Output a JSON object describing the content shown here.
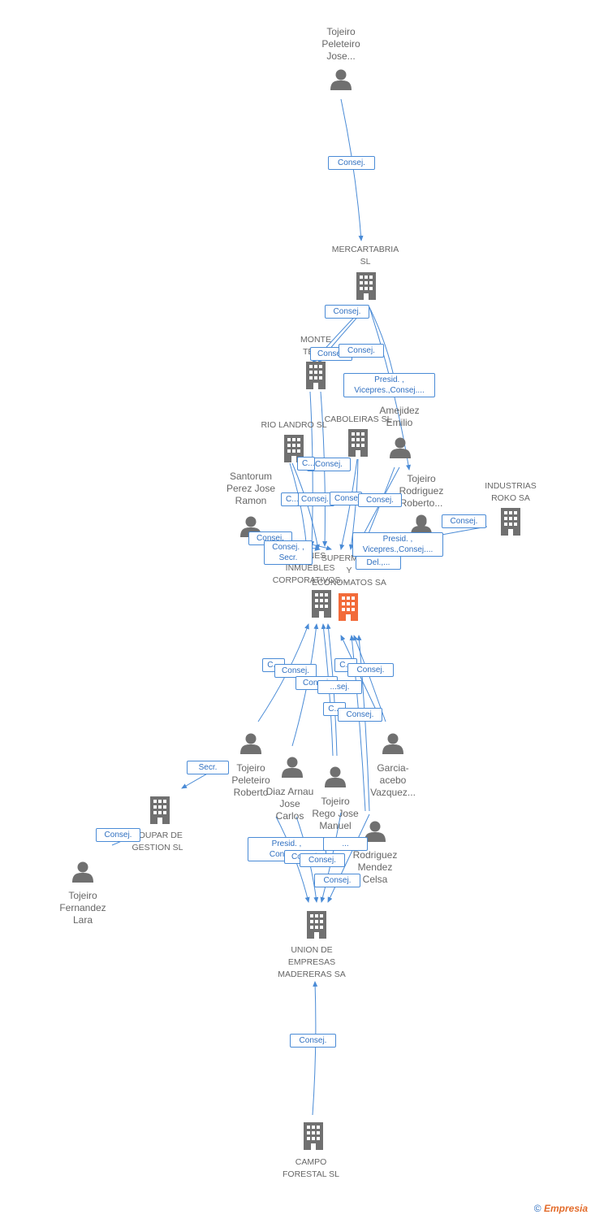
{
  "colors": {
    "edge": "#4a8bd6",
    "icon": "#707070",
    "focus": "#f26b3a",
    "text": "#666666"
  },
  "nodes": [
    {
      "id": "tojeiro_jose",
      "kind": "person",
      "label": "Tojeiro\nPeleteiro\nJose..."
    },
    {
      "id": "mercartabria",
      "kind": "company",
      "label": "MERCARTABRIA\nSL"
    },
    {
      "id": "monte",
      "kind": "company",
      "label": "MONTE\nTEIX..."
    },
    {
      "id": "rio_landro",
      "kind": "company",
      "label": "RIO LANDRO SL"
    },
    {
      "id": "caboleiras",
      "kind": "company",
      "label": "CABOLEIRAS SL"
    },
    {
      "id": "amejidez",
      "kind": "person",
      "label": "Amejidez\nEmilio"
    },
    {
      "id": "tojeiro_roberto2",
      "kind": "person",
      "label": "Tojeiro\nRodriguez\nRoberto..."
    },
    {
      "id": "industrias_roko",
      "kind": "company",
      "label": "INDUSTRIAS\nROKO SA"
    },
    {
      "id": "santorum",
      "kind": "person",
      "label": "Santorum\nPerez Jose\nRamon"
    },
    {
      "id": "person_right",
      "kind": "person",
      "label": ""
    },
    {
      "id": "bienes",
      "kind": "company",
      "label": "BIENES\nINMUEBLES\nCORPORATIVOS..."
    },
    {
      "id": "supermercados",
      "kind": "focus",
      "label": "SUPERMER...\nY\nECONOMATOS SA"
    },
    {
      "id": "tojeiro_roberto",
      "kind": "person",
      "label": "Tojeiro\nPeleteiro\nRoberto"
    },
    {
      "id": "diaz_arnau",
      "kind": "person",
      "label": "Diaz Arnau\nJose\nCarlos"
    },
    {
      "id": "tojeiro_rego",
      "kind": "person",
      "label": "Tojeiro\nRego Jose\nManuel"
    },
    {
      "id": "garcia_acebo",
      "kind": "person",
      "label": "Garcia-\nacebo\nVazquez..."
    },
    {
      "id": "coupar",
      "kind": "company",
      "label": "COUPAR DE\nGESTION SL"
    },
    {
      "id": "tojeiro_fernandez",
      "kind": "person",
      "label": "Tojeiro\nFernandez\nLara"
    },
    {
      "id": "rodriguez_mendez",
      "kind": "person",
      "label": "Rodriguez\nMendez\nCelsa"
    },
    {
      "id": "union",
      "kind": "company",
      "label": "UNION DE\nEMPRESAS\nMADERERAS SA"
    },
    {
      "id": "campo",
      "kind": "company",
      "label": "CAMPO\nFORESTAL SL"
    }
  ],
  "edge_labels": [
    "Consej.",
    "Consej.",
    "Consej.",
    "Consej.",
    "Presid. ,\nVicepres.,Consej....",
    "Consej.",
    "C...",
    "Consej.",
    "C...",
    "Consej.",
    "Consej.",
    "Consej.",
    "Consej.",
    "Consej. ,\nSecr.",
    "Presid. ,\nVicepres.,Consej....",
    "Del.,...",
    "C...",
    "Consej.",
    "Consej.",
    "C...",
    "Consej.",
    "...sej.",
    "C...",
    "Consej.",
    "Secr.",
    "Consej.",
    "Presid. ,\nConsej....",
    "Consej.",
    "Consej.",
    "...",
    "Consej.",
    "Consej."
  ],
  "footer": {
    "copyright": "©",
    "brand": "Empresia"
  }
}
